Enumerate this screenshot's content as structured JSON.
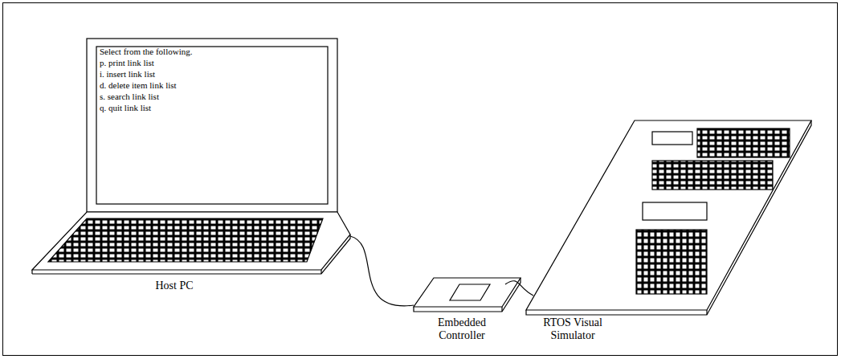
{
  "diagram": {
    "nodes": [
      {
        "text": [
          "Select from the following.",
          "p. print link list",
          "i. insert link list",
          "d. delete item link list",
          "s. search link list",
          "q. quit link list",
          "Host PC"
        ]
      },
      {
        "text": [
          "Embedded Controller"
        ]
      },
      {
        "text": [
          "RTOS Visual Simulator"
        ]
      }
    ],
    "edges": [
      {
        "from": 0,
        "to": 1,
        "arrow": "none"
      },
      {
        "from": 1,
        "to": 2,
        "arrow": "none"
      }
    ]
  }
}
